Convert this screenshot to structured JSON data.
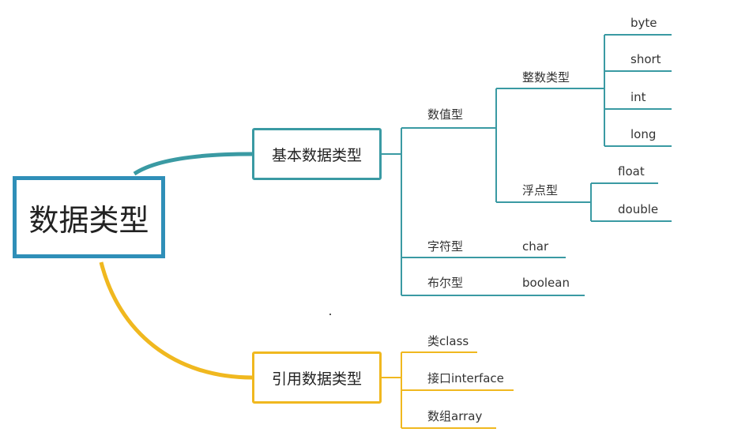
{
  "root": {
    "label": "数据类型"
  },
  "basic": {
    "label": "基本数据类型",
    "numeric": {
      "label": "数值型",
      "integer": {
        "label": "整数类型",
        "items": [
          "byte",
          "short",
          "int",
          "long"
        ]
      },
      "float": {
        "label": "浮点型",
        "items": [
          "float",
          "double"
        ]
      }
    },
    "char": {
      "label": "字符型",
      "item": "char"
    },
    "boolean": {
      "label": "布尔型",
      "item": "boolean"
    }
  },
  "reference": {
    "label": "引用数据类型",
    "items": [
      "类class",
      "接口interface",
      "数组array"
    ]
  },
  "colors": {
    "basic": "#3a9aa3",
    "reference": "#f0b81f",
    "root": "#2f8fb8"
  }
}
